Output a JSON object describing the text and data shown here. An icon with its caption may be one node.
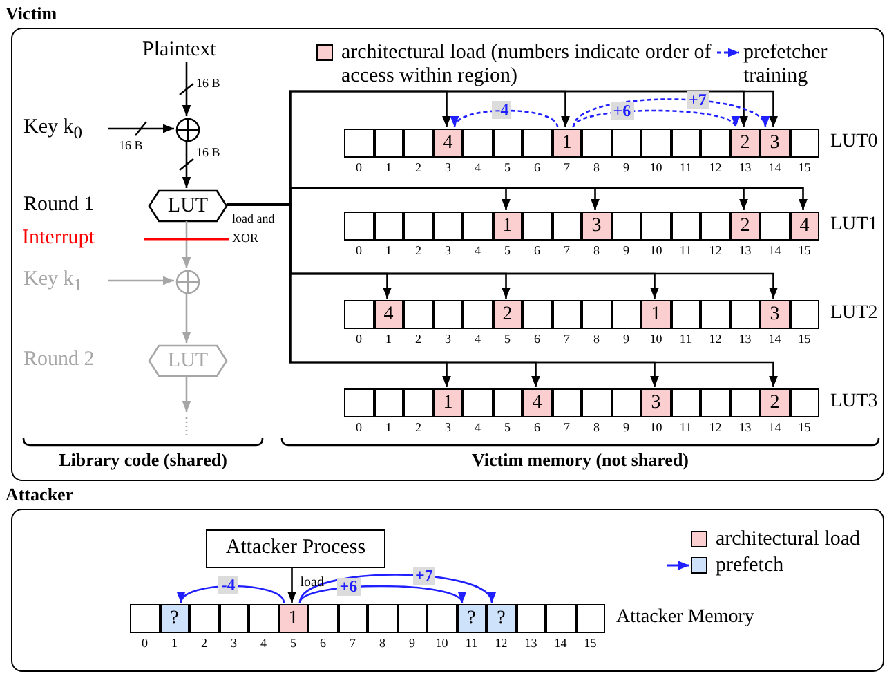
{
  "diagram": {
    "nodes": [
      {
        "text": [
          "Victim"
        ]
      },
      {
        "text": [
          "Plaintext"
        ],
        "in": 0
      },
      {
        "text": [
          "Key k$_{0}$"
        ],
        "in": 0
      },
      {
        "text": [],
        "shape": "circle",
        "in": 0
      },
      {
        "text": [
          "LUT"
        ],
        "beside": [
          "Round 1"
        ],
        "in": 0
      },
      {
        "text": [
          "Key k$_{1}$"
        ],
        "in": 0
      },
      {
        "text": [],
        "shape": "circle",
        "in": 0
      },
      {
        "text": [
          "LUT"
        ],
        "beside": [
          "Round 2"
        ],
        "in": 0
      },
      {
        "text": [
          "LUT0"
        ],
        "in": 0
      },
      {
        "text": [],
        "shape": "box",
        "in": 8,
        "beside": [
          "0"
        ]
      },
      {
        "text": [],
        "shape": "box",
        "in": 8,
        "beside": [
          "1"
        ]
      },
      {
        "text": [],
        "shape": "box",
        "in": 8,
        "beside": [
          "2"
        ]
      },
      {
        "text": [
          "4"
        ],
        "in": 8,
        "beside": [
          "3"
        ]
      },
      {
        "text": [],
        "shape": "box",
        "in": 8,
        "beside": [
          "4"
        ]
      },
      {
        "text": [],
        "shape": "box",
        "in": 8,
        "beside": [
          "5"
        ]
      },
      {
        "text": [],
        "shape": "box",
        "in": 8,
        "beside": [
          "6"
        ]
      },
      {
        "text": [
          "1"
        ],
        "in": 8,
        "beside": [
          "7"
        ]
      },
      {
        "text": [],
        "shape": "box",
        "in": 8,
        "beside": [
          "8"
        ]
      },
      {
        "text": [],
        "shape": "box",
        "in": 8,
        "beside": [
          "9"
        ]
      },
      {
        "text": [],
        "shape": "box",
        "in": 8,
        "beside": [
          "10"
        ]
      },
      {
        "text": [],
        "shape": "box",
        "in": 8,
        "beside": [
          "11"
        ]
      },
      {
        "text": [],
        "shape": "box",
        "in": 8,
        "beside": [
          "12"
        ]
      },
      {
        "text": [
          "2"
        ],
        "in": 8,
        "beside": [
          "13"
        ]
      },
      {
        "text": [
          "3"
        ],
        "in": 8,
        "beside": [
          "14"
        ]
      },
      {
        "text": [],
        "shape": "box",
        "in": 8,
        "beside": [
          "15"
        ]
      },
      {
        "text": [
          "LUT1"
        ],
        "in": 0
      },
      {
        "text": [],
        "shape": "box",
        "in": 25,
        "beside": [
          "0"
        ]
      },
      {
        "text": [],
        "shape": "box",
        "in": 25,
        "beside": [
          "1"
        ]
      },
      {
        "text": [],
        "shape": "box",
        "in": 25,
        "beside": [
          "2"
        ]
      },
      {
        "text": [],
        "shape": "box",
        "in": 25,
        "beside": [
          "3"
        ]
      },
      {
        "text": [],
        "shape": "box",
        "in": 25,
        "beside": [
          "4"
        ]
      },
      {
        "text": [
          "1"
        ],
        "in": 25,
        "beside": [
          "5"
        ]
      },
      {
        "text": [],
        "shape": "box",
        "in": 25,
        "beside": [
          "6"
        ]
      },
      {
        "text": [],
        "shape": "box",
        "in": 25,
        "beside": [
          "7"
        ]
      },
      {
        "text": [
          "3"
        ],
        "in": 25,
        "beside": [
          "8"
        ]
      },
      {
        "text": [],
        "shape": "box",
        "in": 25,
        "beside": [
          "9"
        ]
      },
      {
        "text": [],
        "shape": "box",
        "in": 25,
        "beside": [
          "10"
        ]
      },
      {
        "text": [],
        "shape": "box",
        "in": 25,
        "beside": [
          "11"
        ]
      },
      {
        "text": [],
        "shape": "box",
        "in": 25,
        "beside": [
          "12"
        ]
      },
      {
        "text": [
          "2"
        ],
        "in": 25,
        "beside": [
          "13"
        ]
      },
      {
        "text": [],
        "shape": "box",
        "in": 25,
        "beside": [
          "14"
        ]
      },
      {
        "text": [
          "4"
        ],
        "in": 25,
        "beside": [
          "15"
        ]
      },
      {
        "text": [
          "LUT2"
        ],
        "in": 0
      },
      {
        "text": [],
        "shape": "box",
        "in": 42,
        "beside": [
          "0"
        ]
      },
      {
        "text": [
          "4"
        ],
        "in": 42,
        "beside": [
          "1"
        ]
      },
      {
        "text": [],
        "shape": "box",
        "in": 42,
        "beside": [
          "2"
        ]
      },
      {
        "text": [],
        "shape": "box",
        "in": 42,
        "beside": [
          "3"
        ]
      },
      {
        "text": [],
        "shape": "box",
        "in": 42,
        "beside": [
          "4"
        ]
      },
      {
        "text": [
          "2"
        ],
        "in": 42,
        "beside": [
          "5"
        ]
      },
      {
        "text": [],
        "shape": "box",
        "in": 42,
        "beside": [
          "6"
        ]
      },
      {
        "text": [],
        "shape": "box",
        "in": 42,
        "beside": [
          "7"
        ]
      },
      {
        "text": [],
        "shape": "box",
        "in": 42,
        "beside": [
          "8"
        ]
      },
      {
        "text": [],
        "shape": "box",
        "in": 42,
        "beside": [
          "9"
        ]
      },
      {
        "text": [
          "1"
        ],
        "in": 42,
        "beside": [
          "10"
        ]
      },
      {
        "text": [],
        "shape": "box",
        "in": 42,
        "beside": [
          "11"
        ]
      },
      {
        "text": [],
        "shape": "box",
        "in": 42,
        "beside": [
          "12"
        ]
      },
      {
        "text": [],
        "shape": "box",
        "in": 42,
        "beside": [
          "13"
        ]
      },
      {
        "text": [
          "3"
        ],
        "in": 42,
        "beside": [
          "14"
        ]
      },
      {
        "text": [],
        "shape": "box",
        "in": 42,
        "beside": [
          "15"
        ]
      },
      {
        "text": [
          "LUT3"
        ],
        "in": 0
      },
      {
        "text": [],
        "shape": "box",
        "in": 59,
        "beside": [
          "0"
        ]
      },
      {
        "text": [],
        "shape": "box",
        "in": 59,
        "beside": [
          "1"
        ]
      },
      {
        "text": [],
        "shape": "box",
        "in": 59,
        "beside": [
          "2"
        ]
      },
      {
        "text": [
          "1"
        ],
        "in": 59,
        "beside": [
          "3"
        ]
      },
      {
        "text": [],
        "shape": "box",
        "in": 59,
        "beside": [
          "4"
        ]
      },
      {
        "text": [],
        "shape": "box",
        "in": 59,
        "beside": [
          "5"
        ]
      },
      {
        "text": [
          "4"
        ],
        "in": 59,
        "beside": [
          "6"
        ]
      },
      {
        "text": [],
        "shape": "box",
        "in": 59,
        "beside": [
          "7"
        ]
      },
      {
        "text": [],
        "shape": "box",
        "in": 59,
        "beside": [
          "8"
        ]
      },
      {
        "text": [],
        "shape": "box",
        "in": 59,
        "beside": [
          "9"
        ]
      },
      {
        "text": [
          "3"
        ],
        "in": 59,
        "beside": [
          "10"
        ]
      },
      {
        "text": [],
        "shape": "box",
        "in": 59,
        "beside": [
          "11"
        ]
      },
      {
        "text": [],
        "shape": "box",
        "in": 59,
        "beside": [
          "12"
        ]
      },
      {
        "text": [],
        "shape": "box",
        "in": 59,
        "beside": [
          "13"
        ]
      },
      {
        "text": [
          "2"
        ],
        "in": 59,
        "beside": [
          "14"
        ]
      },
      {
        "text": [],
        "shape": "box",
        "in": 59,
        "beside": [
          "15"
        ]
      },
      {
        "text": [
          "Attacker"
        ]
      },
      {
        "text": [
          "Attacker Process"
        ],
        "in": 76
      },
      {
        "text": [
          "Attacker Memory"
        ],
        "in": 76
      },
      {
        "text": [],
        "shape": "box",
        "in": 78,
        "beside": [
          "0"
        ]
      },
      {
        "text": [
          "?"
        ],
        "in": 78,
        "beside": [
          "1"
        ]
      },
      {
        "text": [],
        "shape": "box",
        "in": 78,
        "beside": [
          "2"
        ]
      },
      {
        "text": [],
        "shape": "box",
        "in": 78,
        "beside": [
          "3"
        ]
      },
      {
        "text": [],
        "shape": "box",
        "in": 78,
        "beside": [
          "4"
        ]
      },
      {
        "text": [
          "1"
        ],
        "in": 78,
        "beside": [
          "5"
        ]
      },
      {
        "text": [],
        "shape": "box",
        "in": 78,
        "beside": [
          "6"
        ]
      },
      {
        "text": [],
        "shape": "box",
        "in": 78,
        "beside": [
          "7"
        ]
      },
      {
        "text": [],
        "shape": "box",
        "in": 78,
        "beside": [
          "8"
        ]
      },
      {
        "text": [],
        "shape": "box",
        "in": 78,
        "beside": [
          "9"
        ]
      },
      {
        "text": [],
        "shape": "box",
        "in": 78,
        "beside": [
          "10"
        ]
      },
      {
        "text": [
          "?"
        ],
        "in": 78,
        "beside": [
          "11"
        ]
      },
      {
        "text": [
          "?"
        ],
        "in": 78,
        "beside": [
          "12"
        ]
      },
      {
        "text": [],
        "shape": "box",
        "in": 78,
        "beside": [
          "13"
        ]
      },
      {
        "text": [],
        "shape": "box",
        "in": 78,
        "beside": [
          "14"
        ]
      },
      {
        "text": [],
        "shape": "box",
        "in": 78,
        "beside": [
          "15"
        ]
      }
    ],
    "edges": [
      {
        "from": 1,
        "to": 3,
        "arrow": "to"
      },
      {
        "from": 2,
        "to": 3,
        "arrow": "to"
      },
      {
        "from": 3,
        "to": 4,
        "arrow": "to"
      },
      {
        "from": 4,
        "to": 12,
        "arrow": "to"
      },
      {
        "from": 4,
        "to": 16,
        "arrow": "to"
      },
      {
        "from": 4,
        "to": 22,
        "arrow": "to"
      },
      {
        "from": 4,
        "to": 23,
        "arrow": "to"
      },
      {
        "from": 4,
        "to": 31,
        "arrow": "to"
      },
      {
        "from": 4,
        "to": 34,
        "arrow": "to"
      },
      {
        "from": 4,
        "to": 39,
        "arrow": "to"
      },
      {
        "from": 4,
        "to": 41,
        "arrow": "to"
      },
      {
        "from": 4,
        "to": 44,
        "arrow": "to"
      },
      {
        "from": 4,
        "to": 48,
        "arrow": "to"
      },
      {
        "from": 4,
        "to": 53,
        "arrow": "to"
      },
      {
        "from": 4,
        "to": 57,
        "arrow": "to"
      },
      {
        "from": 4,
        "to": 63,
        "arrow": "to"
      },
      {
        "from": 4,
        "to": 66,
        "arrow": "to"
      },
      {
        "from": 4,
        "to": 70,
        "arrow": "to"
      },
      {
        "from": 4,
        "to": 74,
        "arrow": "to"
      },
      {
        "from": 4,
        "to": 6,
        "arrow": "to",
        "color": "#a6a6a6"
      },
      {
        "from": 5,
        "to": 6,
        "arrow": "to",
        "color": "#a6a6a6"
      },
      {
        "from": 6,
        "to": 7,
        "arrow": "to",
        "color": "#a6a6a6"
      },
      {
        "from": 7,
        "to": null,
        "arrow": "to",
        "color": "#a6a6a6"
      },
      {
        "from": 16,
        "to": 12,
        "arrow": "to",
        "label": "-4",
        "style": "dashed",
        "color": "#1f1fff"
      },
      {
        "from": 16,
        "to": 22,
        "arrow": "to",
        "label": "+6",
        "style": "dashed",
        "color": "#1f1fff"
      },
      {
        "from": 16,
        "to": 23,
        "arrow": "to",
        "label": "+7",
        "style": "dashed",
        "color": "#1f1fff"
      },
      {
        "from": 77,
        "to": 84,
        "arrow": "to",
        "label": "load"
      },
      {
        "from": 84,
        "to": 80,
        "arrow": "to",
        "label": "-4",
        "color": "#1f1fff"
      },
      {
        "from": 84,
        "to": 90,
        "arrow": "to",
        "label": "+6",
        "color": "#1f1fff"
      },
      {
        "from": 84,
        "to": 91,
        "arrow": "to",
        "label": "+7",
        "color": "#1f1fff"
      }
    ],
    "labels": [
      "16 B",
      "16 B",
      "16 B",
      "load and XOR",
      "Interrupt",
      "Library code (shared)",
      "Victim memory (not shared)"
    ],
    "legend": [
      {
        "text": "architectural load (numbers indicate order of access within region)",
        "color": "#fbcfcf"
      },
      {
        "text": "prefetcher training"
      },
      {
        "text": "architectural load",
        "color": "#fbcfcf"
      },
      {
        "text": "prefetch",
        "color": "#cfe2fb"
      }
    ]
  }
}
